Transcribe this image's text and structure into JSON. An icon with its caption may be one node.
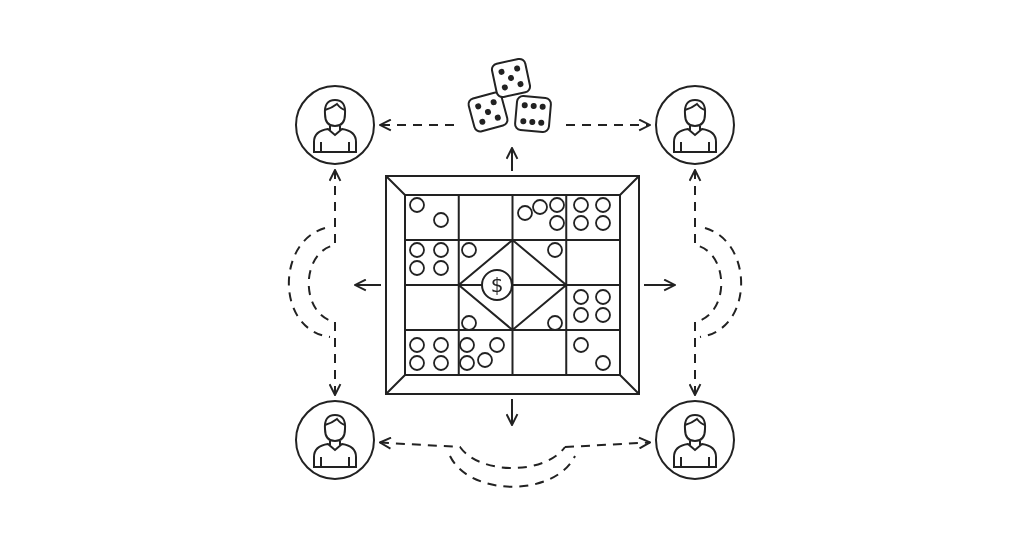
{
  "diagram": {
    "nodes": [
      {
        "text": [],
        "shape": "person"
      },
      {
        "text": [],
        "shape": "picture"
      },
      {
        "text": [],
        "shape": "person"
      },
      {
        "text": [],
        "shape": "picture"
      },
      {
        "text": [
          "$"
        ],
        "in": 3
      },
      {
        "text": [],
        "shape": "person"
      },
      {
        "text": [],
        "shape": "person"
      }
    ],
    "edges": [
      {
        "from": 1,
        "to": 0,
        "arrow": "to",
        "style": "dashed"
      },
      {
        "from": 1,
        "to": 2,
        "arrow": "to",
        "style": "dashed"
      },
      {
        "from": 3,
        "to": 1,
        "arrow": "to"
      },
      {
        "from": 0,
        "to": 5,
        "arrow": "both",
        "style": "dashed"
      },
      {
        "from": 3,
        "to": null,
        "arrow": "to"
      },
      {
        "from": 3,
        "to": null,
        "arrow": "to"
      },
      {
        "from": 2,
        "to": 6,
        "arrow": "both",
        "style": "dashed"
      },
      {
        "from": 3,
        "to": null,
        "arrow": "to"
      },
      {
        "from": 5,
        "to": 6,
        "arrow": "both",
        "style": "dashed"
      }
    ]
  }
}
